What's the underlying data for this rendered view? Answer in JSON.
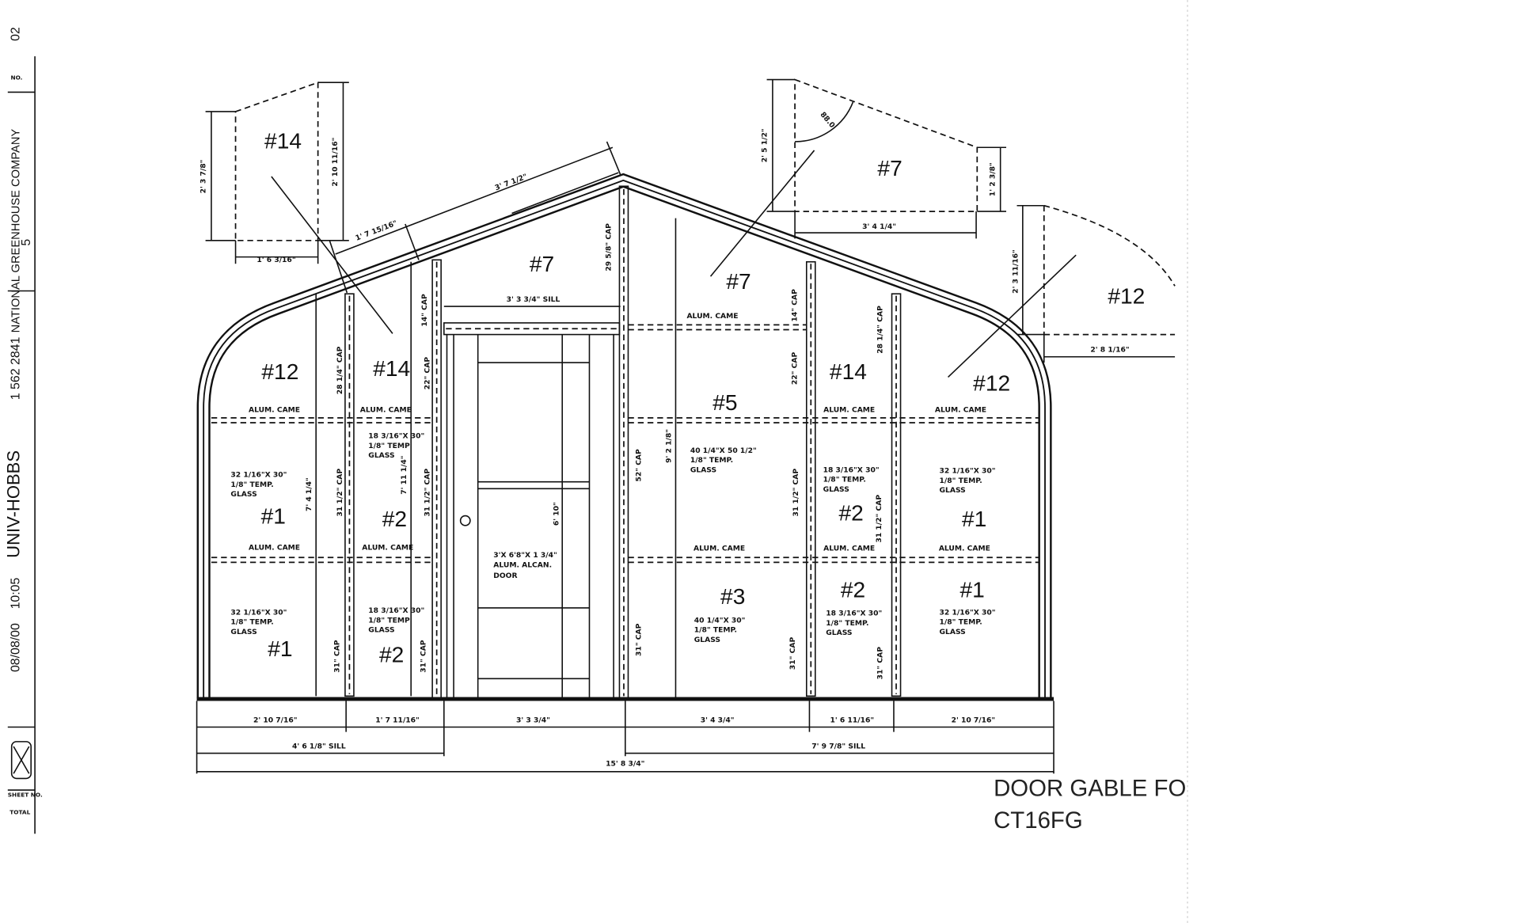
{
  "title": {
    "line1": "DOOR GABLE FO",
    "line2": "CT16FG"
  },
  "fax_strip": {
    "page": "02",
    "no_label": "NO.",
    "company": "NATIONAL GREENHOUSE COMPANY",
    "company_no": "5",
    "phone": "1 562 2841",
    "sender": "UNIV-HOBBS",
    "time": "10:05",
    "date": "08/08/00",
    "sheet_label": "SHEET NO.",
    "total_label": "TOTAL"
  },
  "panels": [
    "#14",
    "#7",
    "#7",
    "#7",
    "#12",
    "#12",
    "#14",
    "#14",
    "#12",
    "#5",
    "#1",
    "#2",
    "#2",
    "#1",
    "#1",
    "#2",
    "#3",
    "#2",
    "#1"
  ],
  "came_label": "ALUM. CAME",
  "glass": {
    "g32": [
      "32 1/16\"X 30\"",
      "1/8\" TEMP.",
      "GLASS"
    ],
    "g18": [
      "18 3/16\"X 30\"",
      "1/8\" TEMP",
      "GLASS"
    ],
    "g18b": [
      "18 3/16\"X 30\"",
      "1/8\" TEMP.",
      "GLASS"
    ],
    "g40a": [
      "40 1/4\"X 50 1/2\"",
      "1/8\" TEMP.",
      "GLASS"
    ],
    "g40b": [
      "40 1/4\"X 30\"",
      "1/8\" TEMP.",
      "GLASS"
    ],
    "door": [
      "3'X 6'8\"X 1 3/4\"",
      "ALUM. ALCAN.",
      "DOOR"
    ]
  },
  "caps": {
    "c28": "28 1/4\" CAP",
    "c14": "14\" CAP",
    "c22": "22\" CAP",
    "c29": "29 5/8\" CAP",
    "c31h": "31 1/2\" CAP",
    "c31": "31\" CAP",
    "c52": "52\" CAP"
  },
  "dims": {
    "t14_left": "2' 3 7/8\"",
    "t14_right": "2' 10 11/16\"",
    "t14_bottom": "1' 6 3/16\"",
    "t7_left": "2' 5 1/2\"",
    "t7_right": "1' 2 3/8\"",
    "t7_bottom": "3' 4 1/4\"",
    "t7_angle": "88.0",
    "t12_left": "2' 3 11/16\"",
    "t12_bottom": "2' 8 1/16\"",
    "roof_upper": "3' 7 1/2\"",
    "roof_lower": "1' 7 15/16\"",
    "door_sill": "3' 3 3/4\" SILL",
    "h_left": "7' 4 1/4\"",
    "h_mid": "7' 11 1/4\"",
    "h_door": "6' 10\"",
    "h_peak": "9' 2 1/8\"",
    "b1": "2' 10 7/16\"",
    "b2": "1' 7 11/16\"",
    "b3": "3' 3 3/4\"",
    "b4": "3' 4 3/4\"",
    "b5": "1' 6 11/16\"",
    "b6": "2' 10 7/16\"",
    "sill_left": "4' 6 1/8\" SILL",
    "sill_right": "7' 9 7/8\" SILL",
    "total": "15' 8 3/4\""
  }
}
